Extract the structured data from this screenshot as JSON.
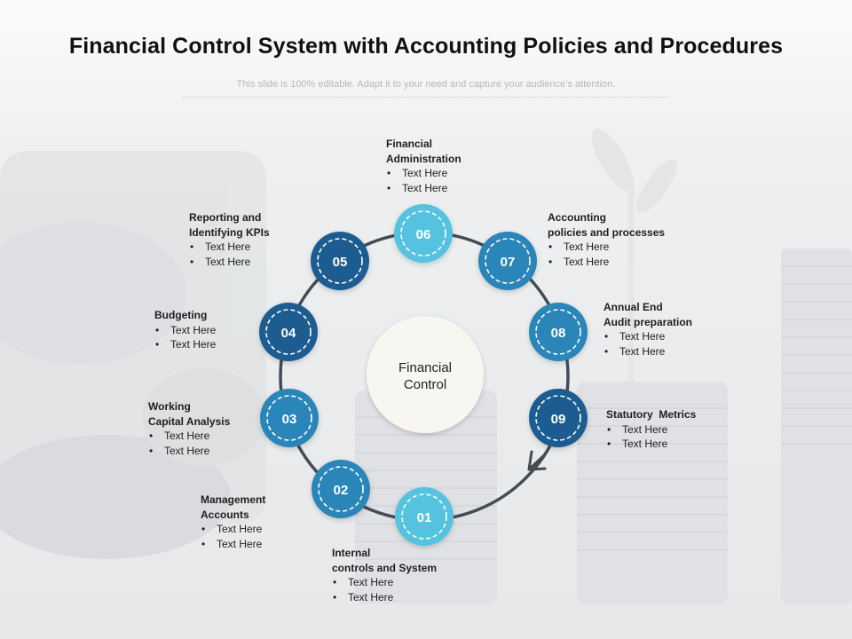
{
  "title": "Financial Control System with Accounting Policies and Procedures",
  "subtitle": "This slide is 100% editable. Adapt it to your need and capture your audience’s attention.",
  "center": {
    "line1": "Financial",
    "line2": "Control"
  },
  "colors": {
    "ring": "#444b52",
    "dark": "#1d5c90",
    "medium": "#2c86b8",
    "light": "#55c3e0"
  },
  "steps": [
    {
      "number": "01",
      "heading": [
        "Internal",
        "controls and System"
      ],
      "bullets": [
        "Text Here",
        "Text Here"
      ]
    },
    {
      "number": "02",
      "heading": [
        "Management",
        "Accounts"
      ],
      "bullets": [
        "Text Here",
        "Text Here"
      ]
    },
    {
      "number": "03",
      "heading": [
        "Working",
        "Capital Analysis"
      ],
      "bullets": [
        "Text Here",
        "Text Here"
      ]
    },
    {
      "number": "04",
      "heading": [
        "Budgeting"
      ],
      "bullets": [
        "Text Here",
        "Text Here"
      ]
    },
    {
      "number": "05",
      "heading": [
        "Reporting and",
        "Identifying KPIs"
      ],
      "bullets": [
        "Text Here",
        "Text Here"
      ]
    },
    {
      "number": "06",
      "heading": [
        "Financial",
        "Administration"
      ],
      "bullets": [
        "Text Here",
        "Text Here"
      ]
    },
    {
      "number": "07",
      "heading": [
        "Accounting",
        "policies and processes"
      ],
      "bullets": [
        "Text Here",
        "Text Here"
      ]
    },
    {
      "number": "08",
      "heading": [
        "Annual End",
        "Audit preparation"
      ],
      "bullets": [
        "Text Here",
        "Text Here"
      ]
    },
    {
      "number": "09",
      "heading": [
        "Statutory  Metrics"
      ],
      "bullets": [
        "Text Here",
        "Text Here"
      ]
    }
  ]
}
